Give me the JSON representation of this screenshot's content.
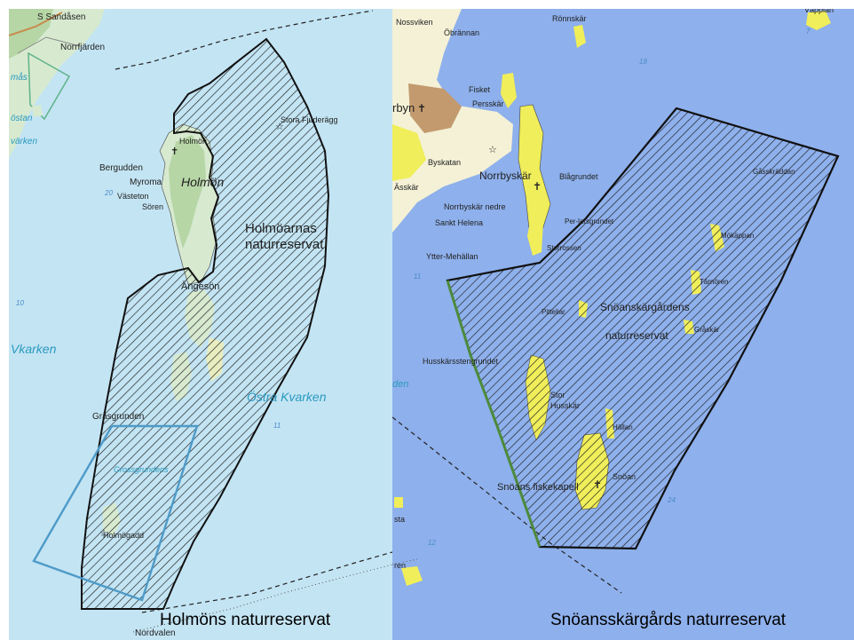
{
  "panels": {
    "left": {
      "caption": "Holmöns naturreservat",
      "reserve_label_1": "Holmöarnas",
      "reserve_label_2": "naturreservat",
      "colors": {
        "sea": "#c3e4f3",
        "land": "#d7ead0",
        "forest": "#b6d6a5",
        "hatch": "#1d1d1d",
        "outline": "#111111",
        "blue_outline": "#4e9bc9"
      },
      "places": {
        "sandasen": "S Sandåsen",
        "norrfjarden": "Norrfjärden",
        "mas": "mås",
        "ostan": "östan",
        "varken": "värken",
        "stora_fjuderagg": "Stora Fjuderägg",
        "holmon_village": "Holmön",
        "bergudden": "Bergudden",
        "myroma": "Myroma",
        "vasteton": "Västeton",
        "holmon_island": "Holmön",
        "soren": "Sören",
        "angeson": "Ängesön",
        "vkarken_west": "Vkarken",
        "ostra_kvarken": "Östra Kvarken",
        "grasgrunden": "Gråsgrunden",
        "grasgrundens_area": "Grossgrundens",
        "holmogadd": "Holmögadd",
        "nordvalen": "Nordvalen"
      },
      "depths": {
        "d20": "20",
        "d10": "10",
        "d11": "11"
      }
    },
    "right": {
      "caption": "Snöansskärgårds naturreservat",
      "reserve_label_1": "Snöanskärgårdens",
      "reserve_label_2": "naturreservat",
      "colors": {
        "sea": "#8eb0ec",
        "land": "#f4f1d6",
        "yellow": "#f0ee5a",
        "town": "#c39a6e",
        "hatch": "#1d1d1d",
        "outline": "#111111"
      },
      "places": {
        "vapplan": "Väpplan",
        "ronnskar": "Rönnskär",
        "nossviken": "Nossviken",
        "obrannan": "Öbrännan",
        "fisket": "Fisket",
        "persskar": "Persskär",
        "rbyn": "rbyn",
        "byskatan": "Byskatan",
        "norrbyskar": "Norrbyskär",
        "blagrundet": "Blågrundet",
        "asskar": "Ässkär",
        "gasstraddan": "Gåsskräddan",
        "norrbyskar_nedre": "Norrbyskär nedre",
        "sankt_helena": "Sankt Helena",
        "per_larsgrundet": "Per-larsgrundet",
        "storrosssen": "Storrossen",
        "mokappan": "Mökäppan",
        "ytter_mehallan": "Ytter-Mehällan",
        "tarnoren": "Tärnören",
        "pitteliar": "Pitteliar",
        "grasskar": "Gråskär",
        "husskarsstengrundet": "Husskärsstengrundet",
        "stor_husskar_1": "Stor",
        "stor_husskar_2": "Husskär",
        "hallan": "Hällan",
        "snoan": "Snöan",
        "snoans_fiskekapell": "Snöans fiskekapell",
        "den": "den",
        "sta": "sta",
        "ren": "ren"
      },
      "depths": {
        "d18": "18",
        "d11": "11",
        "d24": "24",
        "d12": "12",
        "d7": "7"
      }
    }
  }
}
